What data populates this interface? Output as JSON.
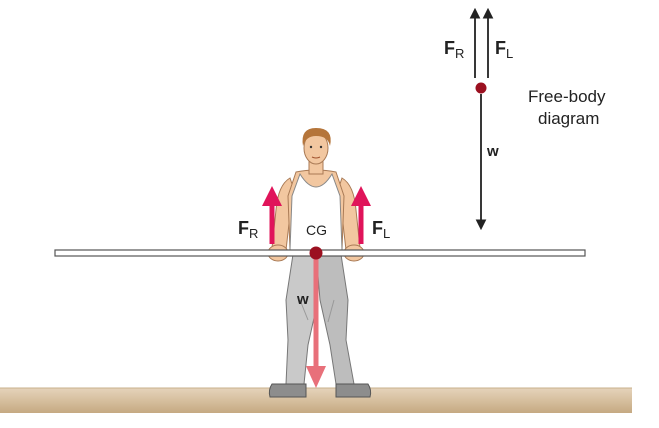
{
  "diagram": {
    "caption": {
      "line1": "Free-body",
      "line2": "diagram"
    },
    "labels": {
      "cg": "CG",
      "force_right_main": "F",
      "force_right_sub": "R",
      "force_left_main": "F",
      "force_left_sub": "L",
      "weight": "w"
    },
    "fbd_labels": {
      "force_right_main": "F",
      "force_right_sub": "R",
      "force_left_main": "F",
      "force_left_sub": "L",
      "weight": "w"
    },
    "colors": {
      "force_arrow": "#e0145a",
      "weight_arrow": "#e8707a",
      "cg_dot": "#9b1020",
      "floor": "#d9c4a8",
      "floor_dark": "#b99c78",
      "bar": "#ffffff",
      "bar_outline": "#555555",
      "skin": "#f2c7a0",
      "shirt": "#ffffff",
      "pants": "#c8c8c8",
      "shoes": "#8a8a8a",
      "hair": "#b5753a",
      "fbd_line": "#222222"
    }
  }
}
